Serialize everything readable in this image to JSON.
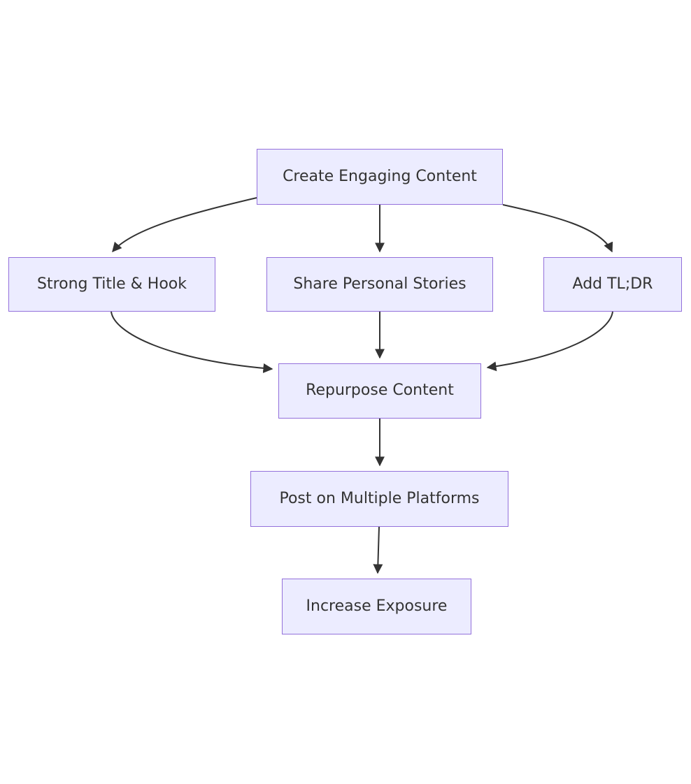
{
  "diagram": {
    "type": "flowchart",
    "direction": "top-down",
    "nodes": [
      {
        "id": "create",
        "label": "Create Engaging Content"
      },
      {
        "id": "titlehook",
        "label": "Strong Title & Hook"
      },
      {
        "id": "stories",
        "label": "Share Personal Stories"
      },
      {
        "id": "tldr",
        "label": "Add TL;DR"
      },
      {
        "id": "repurpose",
        "label": "Repurpose Content"
      },
      {
        "id": "platforms",
        "label": "Post on Multiple Platforms"
      },
      {
        "id": "exposure",
        "label": "Increase Exposure"
      }
    ],
    "edges": [
      {
        "from": "Create Engaging Content",
        "to": "Strong Title & Hook"
      },
      {
        "from": "Create Engaging Content",
        "to": "Share Personal Stories"
      },
      {
        "from": "Create Engaging Content",
        "to": "Add TL;DR"
      },
      {
        "from": "Strong Title & Hook",
        "to": "Repurpose Content"
      },
      {
        "from": "Share Personal Stories",
        "to": "Repurpose Content"
      },
      {
        "from": "Add TL;DR",
        "to": "Repurpose Content"
      },
      {
        "from": "Repurpose Content",
        "to": "Post on Multiple Platforms"
      },
      {
        "from": "Post on Multiple Platforms",
        "to": "Increase Exposure"
      }
    ]
  },
  "colors": {
    "node_fill": "#ECECFF",
    "node_border": "#9370DB",
    "edge_line": "#333333",
    "text": "#333333",
    "background": "#FFFFFF"
  }
}
